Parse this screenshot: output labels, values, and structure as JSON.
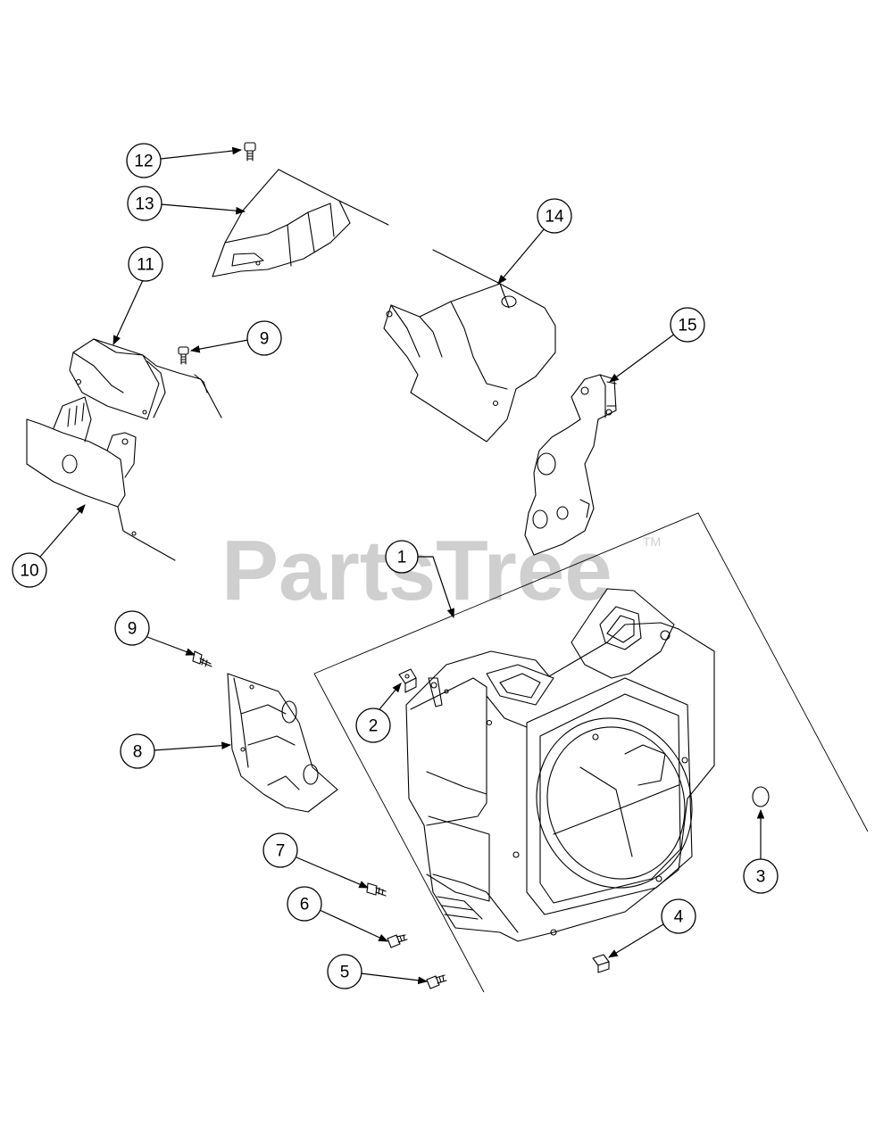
{
  "watermark": {
    "text": "PartsTree",
    "trademark": "TM"
  },
  "callouts": [
    {
      "id": "c12",
      "label": "12"
    },
    {
      "id": "c13",
      "label": "13"
    },
    {
      "id": "c11",
      "label": "11"
    },
    {
      "id": "c9a",
      "label": "9"
    },
    {
      "id": "c14",
      "label": "14"
    },
    {
      "id": "c15",
      "label": "15"
    },
    {
      "id": "c10",
      "label": "10"
    },
    {
      "id": "c1",
      "label": "1"
    },
    {
      "id": "c9b",
      "label": "9"
    },
    {
      "id": "c2",
      "label": "2"
    },
    {
      "id": "c8",
      "label": "8"
    },
    {
      "id": "c3",
      "label": "3"
    },
    {
      "id": "c7",
      "label": "7"
    },
    {
      "id": "c4",
      "label": "4"
    },
    {
      "id": "c6",
      "label": "6"
    },
    {
      "id": "c5",
      "label": "5"
    }
  ],
  "colors": {
    "line": "#000000",
    "background": "#ffffff",
    "watermark": "#cfcfcf"
  }
}
